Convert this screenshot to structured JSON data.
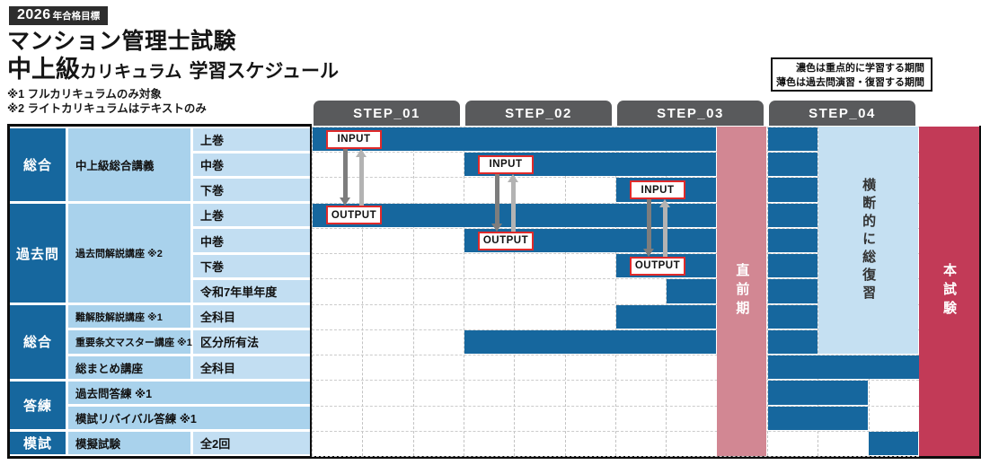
{
  "header": {
    "badge_year": "2026",
    "badge_suffix": "年合格目標",
    "title": "マンション管理士試験",
    "subtitle_level": "中上級",
    "subtitle_curriculum": "カリキュラム",
    "subtitle_schedule": "学習スケジュール",
    "note1": "※1 フルカリキュラムのみ対象",
    "note2": "※2 ライトカリキュラムはテキストのみ"
  },
  "legend": {
    "line1": "濃色は重点的に学習する期間",
    "line2": "薄色は過去問演習・復習する期間"
  },
  "steps": [
    "STEP_01",
    "STEP_02",
    "STEP_03",
    "STEP_04"
  ],
  "io_labels": {
    "input": "INPUT",
    "output": "OUTPUT"
  },
  "columns": {
    "pre_exam": "直前期",
    "review": "横断的に総復習",
    "final_exam": "本試験"
  },
  "categories": [
    {
      "label": "総合",
      "row_span": [
        0,
        3
      ]
    },
    {
      "label": "過去問",
      "row_span": [
        3,
        7
      ]
    },
    {
      "label": "総合",
      "row_span": [
        7,
        10
      ]
    },
    {
      "label": "答練",
      "row_span": [
        10,
        12
      ]
    },
    {
      "label": "模試",
      "row_span": [
        12,
        13
      ]
    }
  ],
  "courses": [
    {
      "label": "中上級総合講義",
      "row_span": [
        0,
        3
      ],
      "wide": false
    },
    {
      "label": "過去問解説講座 ※2",
      "row_span": [
        3,
        7
      ],
      "wide": false
    },
    {
      "label": "難解肢解説講座 ※1",
      "row_span": [
        7,
        8
      ],
      "wide": false
    },
    {
      "label": "重要条文マスター講座 ※1",
      "row_span": [
        8,
        9
      ],
      "wide": false
    },
    {
      "label": "総まとめ講座",
      "row_span": [
        9,
        10
      ],
      "wide": false
    },
    {
      "label": "過去問答練 ※1",
      "row_span": [
        10,
        11
      ],
      "wide": true
    },
    {
      "label": "模試リバイバル答練 ※1",
      "row_span": [
        11,
        12
      ],
      "wide": true
    },
    {
      "label": "模擬試験",
      "row_span": [
        12,
        13
      ],
      "wide": false
    }
  ],
  "rows": [
    {
      "volume": "上巻",
      "dark_units": [
        [
          0,
          8
        ],
        [
          9,
          10
        ]
      ]
    },
    {
      "volume": "中巻",
      "dark_units": [
        [
          3,
          8
        ],
        [
          9,
          10
        ]
      ]
    },
    {
      "volume": "下巻",
      "dark_units": [
        [
          6,
          8
        ],
        [
          9,
          10
        ]
      ]
    },
    {
      "volume": "上巻",
      "dark_units": [
        [
          0,
          8
        ],
        [
          9,
          10
        ]
      ]
    },
    {
      "volume": "中巻",
      "dark_units": [
        [
          3,
          8
        ],
        [
          9,
          10
        ]
      ]
    },
    {
      "volume": "下巻",
      "dark_units": [
        [
          6,
          8
        ],
        [
          9,
          10
        ]
      ]
    },
    {
      "volume": "令和7年単年度",
      "dark_units": [
        [
          7,
          8
        ],
        [
          9,
          10
        ]
      ]
    },
    {
      "volume": "全科目",
      "dark_units": [
        [
          6,
          8
        ],
        [
          9,
          10
        ]
      ]
    },
    {
      "volume": "区分所有法",
      "dark_units": [
        [
          3,
          8
        ],
        [
          9,
          10
        ]
      ]
    },
    {
      "volume": "全科目",
      "dark_units": [
        [
          9,
          12
        ]
      ]
    },
    {
      "volume": null,
      "dark_units": [
        [
          9,
          11
        ]
      ]
    },
    {
      "volume": null,
      "dark_units": [
        [
          9,
          11
        ]
      ]
    },
    {
      "volume": "全2回",
      "dark_units": [
        [
          11,
          12
        ]
      ]
    }
  ],
  "io_pairs": [
    {
      "step": 0,
      "input_row": 0,
      "output_row": 3
    },
    {
      "step": 1,
      "input_row": 1,
      "output_row": 4
    },
    {
      "step": 2,
      "input_row": 2,
      "output_row": 5
    }
  ],
  "pre_exam_col": {
    "unit_span": [
      8,
      9
    ]
  },
  "review_block": {
    "unit_span": [
      10,
      12
    ],
    "row_span": [
      0,
      9
    ]
  },
  "colors": {
    "dark_blue": "#16679e",
    "mid_blue_cell": "#a9d2ec",
    "light_blue_cell": "#c2def2",
    "review_blue": "#c5e0f2",
    "pink": "#d28793",
    "red": "#c23a57",
    "header_gray": "#595a5c",
    "io_border": "#e02a2a",
    "arrow_dark": "#7d7d7d",
    "arrow_light": "#b3b3b3"
  }
}
